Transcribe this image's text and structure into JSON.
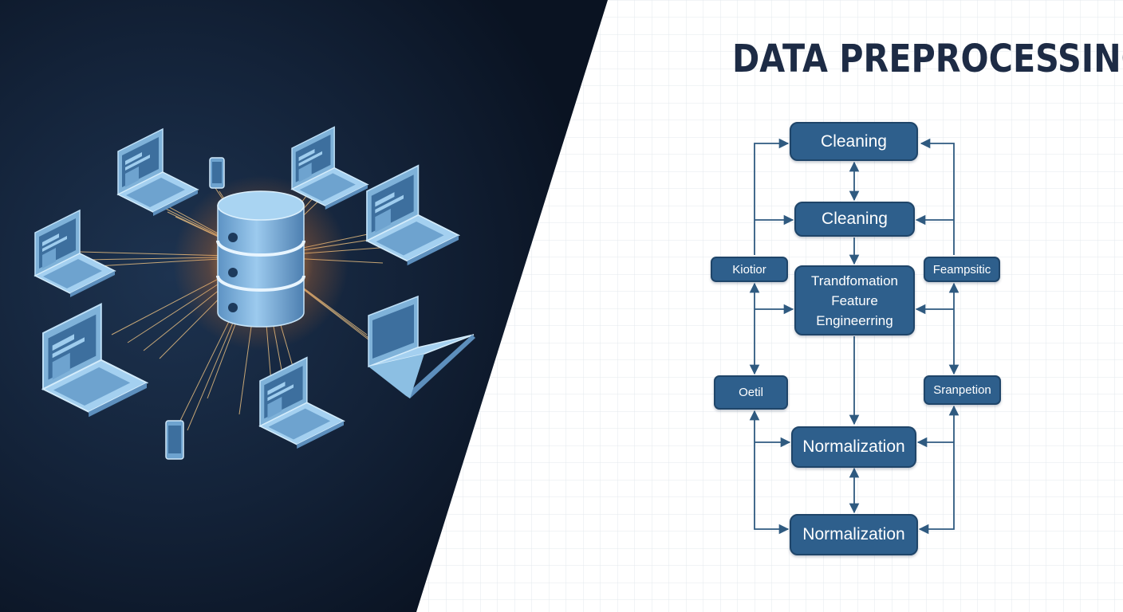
{
  "title": "DATA PREPROCESSING",
  "flow": {
    "cleaning_top": "Cleaning",
    "cleaning": "Cleaning",
    "transformation_lines": [
      "Trandfomation",
      "Feature",
      "Engineerring"
    ],
    "normalization": "Normalization",
    "normalization_bottom": "Normalization"
  },
  "side_nodes": {
    "left_top": "Kiotior",
    "left_bottom": "Oetil",
    "right_top": "Feampsitic",
    "right_bottom": "Sranpetion"
  },
  "colors": {
    "left_background": "#101c2f",
    "node_fill": "#2e5f8c",
    "node_border": "#1f4569",
    "arrow": "#2f5a80",
    "grid": "#dfe5ec",
    "glow": "#ffb648",
    "device": "#8cbfe3"
  },
  "illustration": {
    "center": "database-icon",
    "devices": [
      "laptop-icon",
      "laptop-icon",
      "laptop-icon",
      "laptop-icon",
      "laptop-icon",
      "laptop-icon",
      "laptop-icon",
      "laptop-icon",
      "phone-icon",
      "phone-icon"
    ]
  }
}
